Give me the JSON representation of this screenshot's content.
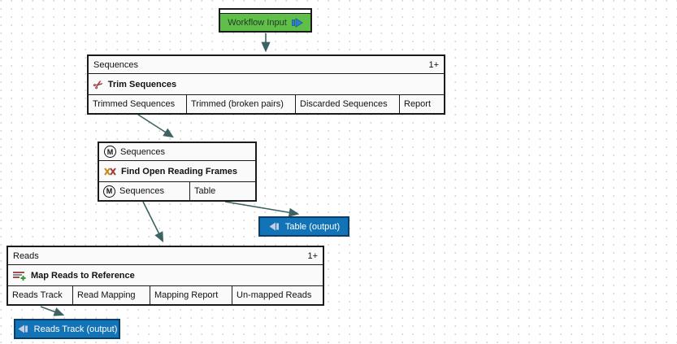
{
  "nodes": {
    "workflow_input": {
      "label": "Workflow Input"
    },
    "trim": {
      "input_label": "Sequences",
      "badge": "1+",
      "title": "Trim Sequences",
      "outputs": [
        "Trimmed Sequences",
        "Trimmed (broken pairs)",
        "Discarded Sequences",
        "Report"
      ]
    },
    "orf": {
      "input_label": "Sequences",
      "title": "Find Open Reading Frames",
      "outputs": [
        "Sequences",
        "Table"
      ],
      "multi_icon_letter": "M"
    },
    "table_output": {
      "label": "Table (output)"
    },
    "map": {
      "input_label": "Reads",
      "badge": "1+",
      "title": "Map Reads to Reference",
      "outputs": [
        "Reads Track",
        "Read Mapping",
        "Mapping Report",
        "Un-mapped Reads"
      ]
    },
    "reads_track_output": {
      "label": "Reads Track (output)"
    }
  },
  "icons": {
    "scissors": "✂"
  },
  "colors": {
    "input_node_green": "#5fbf48",
    "output_node_blue": "#1273b7",
    "connector": "#3e6363",
    "node_border": "#1b1b1b",
    "grid_dot": "#ababab"
  }
}
